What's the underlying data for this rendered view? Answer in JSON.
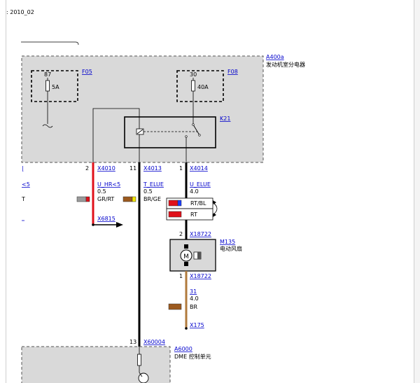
{
  "header": {
    "date_fragment": ": 2010_02"
  },
  "components": {
    "a400a": {
      "id": "A400a",
      "name": "发动机室分电器"
    },
    "f05": {
      "id": "F05",
      "pin": "87",
      "rating": "5A"
    },
    "f08": {
      "id": "F08",
      "pin": "30",
      "rating": "40A"
    },
    "k21": {
      "id": "K21"
    },
    "m135": {
      "id": "M135",
      "name": "电动风扇"
    },
    "a6000": {
      "id": "A6000",
      "name": "DME 控制单元"
    }
  },
  "connectors": {
    "x4010": {
      "id": "X4010",
      "pin": "2"
    },
    "x4013": {
      "id": "X4013",
      "pin": "11"
    },
    "x4014": {
      "id": "X4014",
      "pin": "1"
    },
    "x6815": {
      "id": "X6815"
    },
    "x18722_top": {
      "id": "X18722",
      "pin": "2"
    },
    "x18722_bottom": {
      "id": "X18722",
      "pin": "1"
    },
    "x175": {
      "id": "X175"
    },
    "x60004": {
      "id": "X60004",
      "pin": "13"
    }
  },
  "wires": {
    "u_hr": {
      "signal": "U_HR<5",
      "gauge": "0.5",
      "color_code": "GR/RT"
    },
    "t_elue": {
      "signal": "T_ELUE",
      "gauge": "0.5",
      "color_code": "BR/GE"
    },
    "u_elue": {
      "signal": "U_ELUE",
      "gauge": "4.0",
      "option_a": "RT/BL",
      "option_b": "RT"
    },
    "ground": {
      "signal": "31",
      "gauge": "4.0",
      "color_code": "BR"
    }
  },
  "left_cutoff": {
    "signal_partial": "<5",
    "code_partial": "T"
  },
  "colors": {
    "module_fill": "#d9d9d9",
    "wire_red": "#e0101a",
    "wire_black": "#000000",
    "wire_brown": "#b07a3c",
    "link_blue": "#0000cc",
    "swatch_grey": "#9a9a9a",
    "swatch_brown": "#9c5a1e",
    "swatch_yellow": "#f2e600",
    "swatch_blue": "#1a3cff"
  }
}
